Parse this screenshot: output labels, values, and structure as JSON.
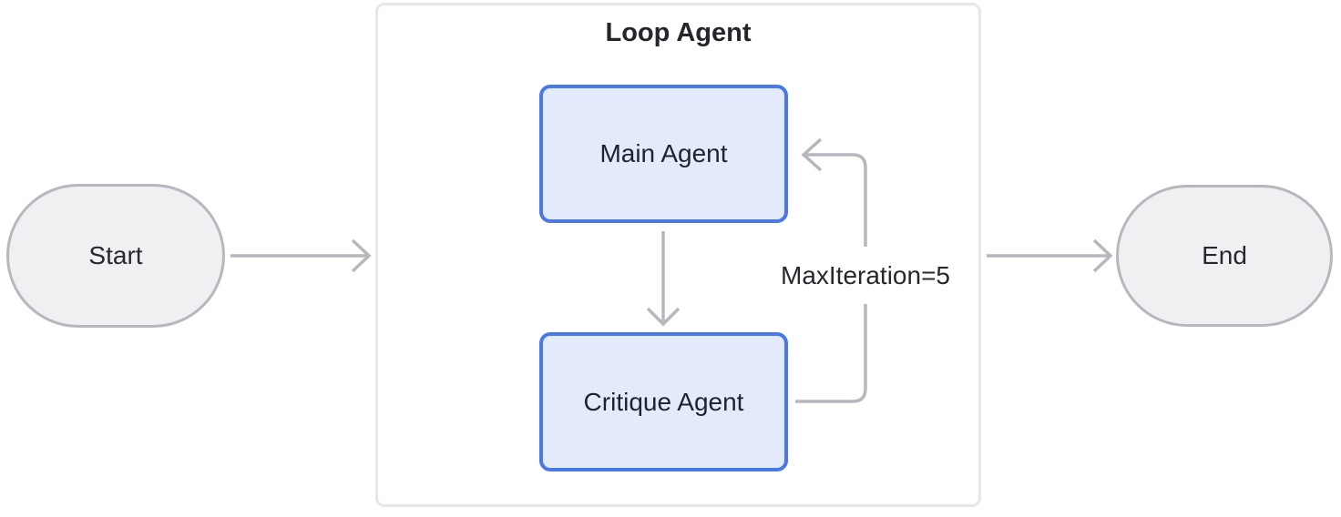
{
  "diagram": {
    "nodes": {
      "start": {
        "label": "Start"
      },
      "end": {
        "label": "End"
      },
      "main_agent": {
        "label": "Main Agent"
      },
      "critique_agent": {
        "label": "Critique Agent"
      }
    },
    "loop_container": {
      "title": "Loop Agent"
    },
    "edges": {
      "loop_back_label": "MaxIteration=5"
    },
    "colors": {
      "terminal_fill": "#f0f0f3",
      "terminal_border": "#b7b7be",
      "agent_fill": "#e3eafc",
      "agent_border": "#4a79e6",
      "container_border": "#e7e7ea",
      "arrow": "#b5b8bd",
      "text": "#26282e"
    }
  }
}
